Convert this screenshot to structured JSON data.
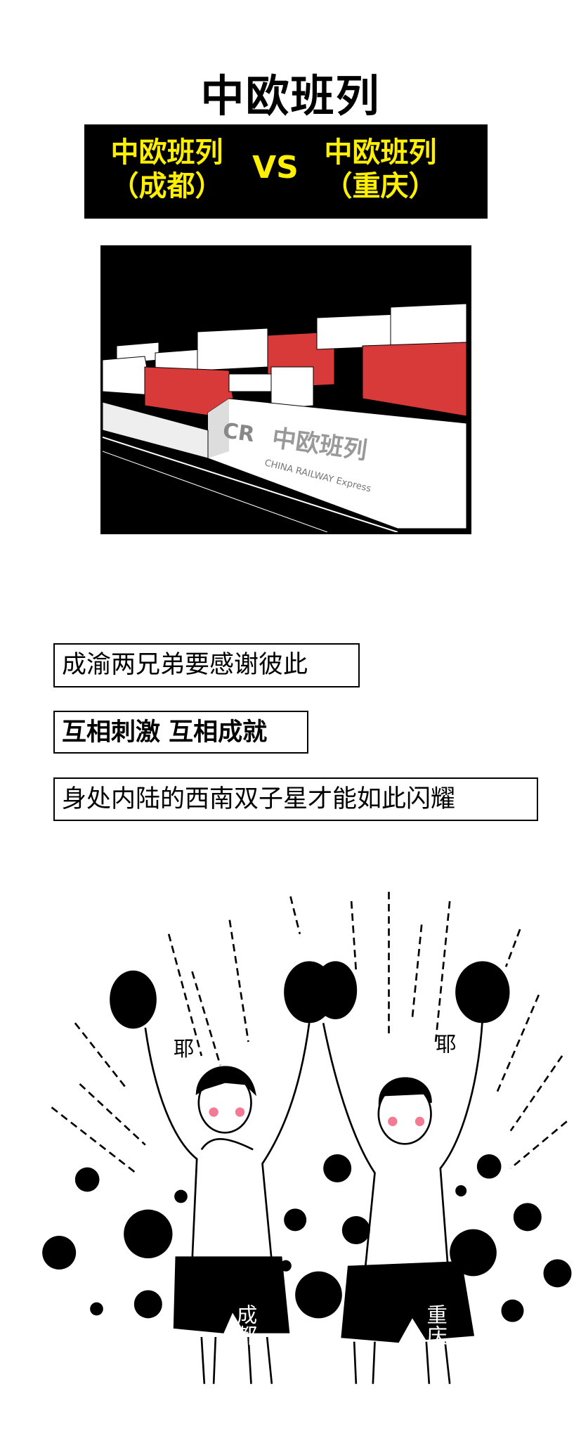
{
  "title": "中欧班列",
  "comparison": {
    "left_line1": "中欧班列",
    "left_line2": "（成都）",
    "vs": "VS",
    "right_line1": "中欧班列",
    "right_line2": "（重庆）"
  },
  "train_image": {
    "logo_cn": "中欧班列",
    "logo_mark": "CR",
    "logo_en": "CHINA RAILWAY Express"
  },
  "captions": [
    "成渝两兄弟要感谢彼此",
    "互相刺激 互相成就",
    "身处内陆的西南双子星才能如此闪耀"
  ],
  "illustration": {
    "cheer_left": "耶",
    "cheer_right": "耶",
    "shorts_left": "成都",
    "shorts_right": "重庆"
  },
  "colors": {
    "yellow": "#ffef00",
    "container_red": "#d83a3a",
    "blush": "#f37a93"
  }
}
